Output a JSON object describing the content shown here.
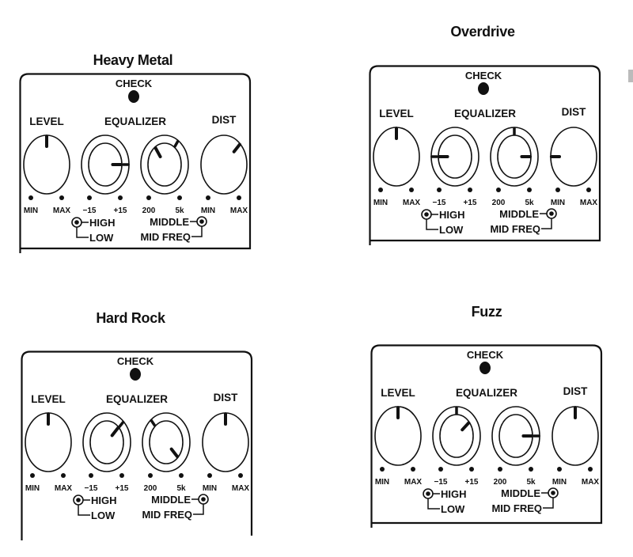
{
  "labels": {
    "check": "CHECK",
    "level": "LEVEL",
    "equalizer": "EQUALIZER",
    "dist": "DIST",
    "min": "MIN",
    "max": "MAX",
    "minus15": "−15",
    "plus15": "+15",
    "f200": "200",
    "f5k": "5k",
    "high": "HIGH",
    "low": "LOW",
    "middle": "MIDDLE",
    "mid_freq": "MID FREQ"
  },
  "presets": [
    {
      "name": "Heavy Metal",
      "settings_deg": {
        "level": 0,
        "high": 90,
        "low": 90,
        "middle": 35,
        "mid_freq": -35,
        "dist": 45
      }
    },
    {
      "name": "Overdrive",
      "settings_deg": {
        "level": 0,
        "high": -90,
        "low": -90,
        "middle": 0,
        "mid_freq": 90,
        "dist": -90
      }
    },
    {
      "name": "Hard Rock",
      "settings_deg": {
        "level": 0,
        "high": 45,
        "low": 45,
        "middle": -40,
        "mid_freq": 135,
        "dist": 0
      }
    },
    {
      "name": "Fuzz",
      "settings_deg": {
        "level": 0,
        "high": 0,
        "low": 50,
        "middle": 90,
        "mid_freq": 90,
        "dist": 0
      }
    }
  ]
}
